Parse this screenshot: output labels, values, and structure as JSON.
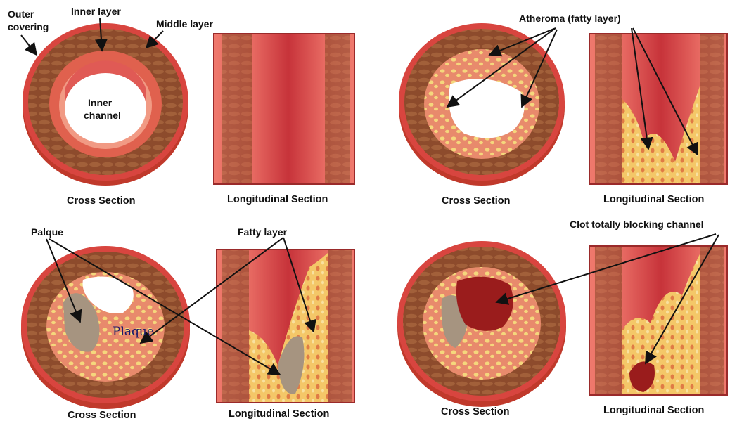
{
  "labels": {
    "outer_covering_1": "Outer",
    "outer_covering_2": "covering",
    "inner_layer": "Inner layer",
    "middle_layer": "Middle layer",
    "inner_channel_1": "Inner",
    "inner_channel_2": "channel",
    "atheroma": "Atheroma (fatty layer)",
    "palque": "Palque",
    "fatty_layer": "Fatty layer",
    "plaque": "Plaque",
    "clot": "Clot totally blocking channel"
  },
  "captions": {
    "cross_section": "Cross Section",
    "longitudinal_section": "Longitudinal Section"
  },
  "colors": {
    "outer_red": "#d8453f",
    "muscle_brown": "#8a4a2a",
    "inner_pink": "#e9776a",
    "fat_yellow": "#f3d27a",
    "plaque_gray": "#a69480",
    "clot_dark": "#9a1c1c",
    "arrow": "#111111"
  }
}
